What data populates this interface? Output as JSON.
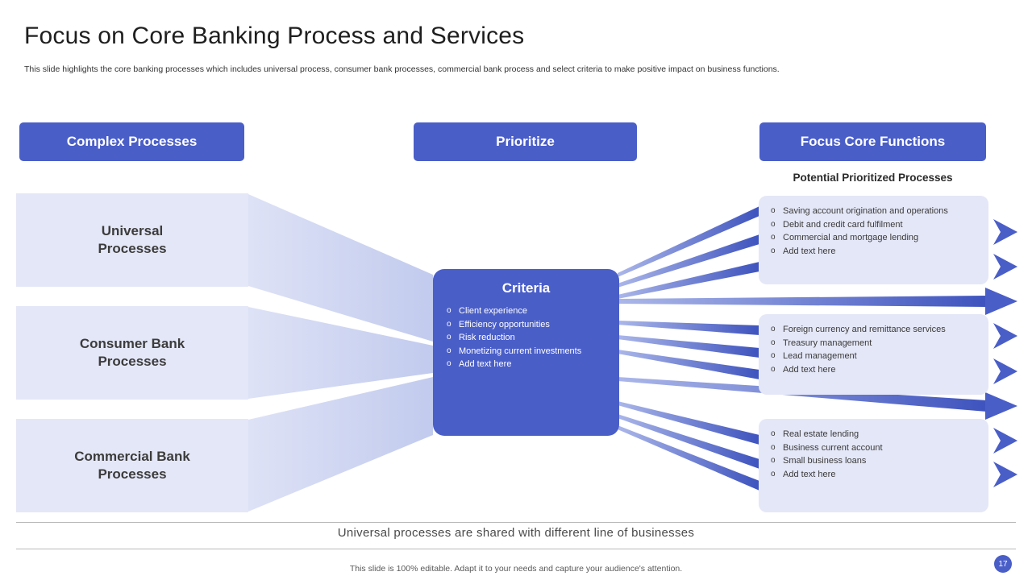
{
  "colors": {
    "accent": "#4A5EC8",
    "accent_dark": "#3E53BE",
    "light_box": "#E4E7F7",
    "title_text": "#1E1E1E",
    "body_text": "#3A3A3A"
  },
  "header": {
    "title": "Focus on Core Banking Process and Services",
    "subtitle": "This slide highlights the core banking processes which includes universal process, consumer bank processes, commercial bank process and select criteria to make positive impact on business functions."
  },
  "stage_buttons": [
    {
      "label": "Complex Processes"
    },
    {
      "label": "Prioritize"
    },
    {
      "label": "Focus Core Functions"
    }
  ],
  "right_section_title": "Potential Prioritized Processes",
  "source_boxes": [
    {
      "line1": "Universal",
      "line2": "Processes"
    },
    {
      "line1": "Consumer Bank",
      "line2": "Processes"
    },
    {
      "line1": "Commercial Bank",
      "line2": "Processes"
    }
  ],
  "criteria": {
    "title": "Criteria",
    "items": [
      "Client experience",
      "Efficiency opportunities",
      "Risk reduction",
      "Monetizing current investments",
      "Add text here"
    ]
  },
  "output_boxes": [
    {
      "items": [
        "Saving account origination and operations",
        "Debit and credit card fulfilment",
        "Commercial and mortgage lending",
        "Add text here"
      ]
    },
    {
      "items": [
        "Foreign currency and remittance services",
        "Treasury management",
        "Lead management",
        "Add text here"
      ]
    },
    {
      "items": [
        "Real estate lending",
        "Business current account",
        "Small business loans",
        "Add text here"
      ]
    }
  ],
  "bottom_note": "Universal processes are shared with different line of businesses",
  "footer": "This slide is 100% editable. Adapt it to your needs and capture your audience's attention.",
  "page_number": "17"
}
